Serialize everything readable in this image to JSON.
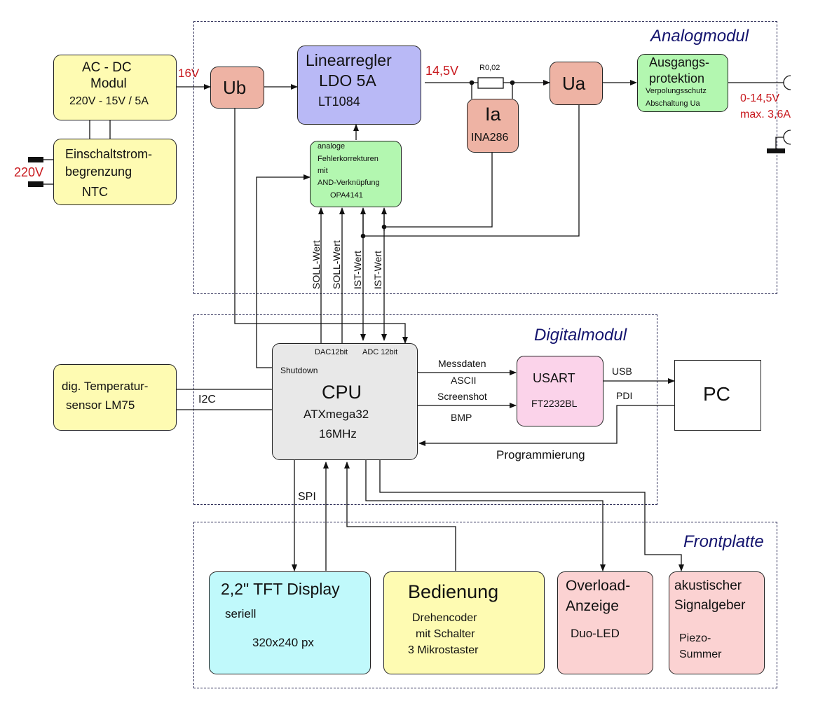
{
  "regions": {
    "analog": "Analogmodul",
    "digital": "Digitalmodul",
    "front": "Frontplatte"
  },
  "colors": {
    "yellow": "#fefbb2",
    "salmon": "#eeb3a4",
    "blue": "#b9b9f6",
    "green": "#b3f7b0",
    "gray": "#e8e8e8",
    "pink": "#fbd3ea",
    "cyan": "#c0f9fb",
    "rose": "#fbd2d2",
    "red_label": "#c8191e",
    "region_title": "#14146e"
  },
  "blocks": {
    "acdc": {
      "line1": "AC - DC",
      "line2": "Modul",
      "line3": "220V - 15V / 5A"
    },
    "inrush": {
      "line1": "Einschaltstrom-",
      "line2": "begrenzung",
      "line3": "NTC"
    },
    "ub": {
      "label": "Ub"
    },
    "ldo": {
      "line1": "Linearregler",
      "line2": "LDO  5A",
      "line3": "LT1084"
    },
    "shunt": {
      "label": "R0,02"
    },
    "ia": {
      "line1": "Ia",
      "line2": "INA286"
    },
    "ua": {
      "label": "Ua"
    },
    "protect": {
      "line1": "Ausgangs-",
      "line2": "protektion",
      "line3": "Verpolungsschutz",
      "line4": "Abschaltung Ua"
    },
    "errcorr": {
      "line1": "analoge",
      "line2": "Fehlerkorrekturen",
      "line3": "mit",
      "line4": "AND-Verknüpfung",
      "line5": "OPA4141"
    },
    "cpu": {
      "dac": "DAC12bit",
      "adc": "ADC 12bit",
      "shutdown": "Shutdown",
      "line1": "CPU",
      "line2": "ATXmega32",
      "line3": "16MHz"
    },
    "temp": {
      "line1": "dig. Temperatur-",
      "line2": "sensor  LM75"
    },
    "usart": {
      "line1": "USART",
      "line2": "FT2232BL"
    },
    "pc": {
      "label": "PC"
    },
    "tft": {
      "line1": "2,2\" TFT Display",
      "line2": "seriell",
      "line3": "320x240 px"
    },
    "bedienung": {
      "line1": "Bedienung",
      "line2": "Drehencoder",
      "line3": "mit Schalter",
      "line4": "3 Mikrostaster"
    },
    "overload": {
      "line1": "Overload-",
      "line2": "Anzeige",
      "line3": "Duo-LED"
    },
    "buzzer": {
      "line1": "akustischer",
      "line2": "Signalgeber",
      "line3": "Piezo-",
      "line4": "Summer"
    }
  },
  "labels": {
    "v16": "16V",
    "v220": "220V",
    "v145": "14,5V",
    "out1": "0-14,5V",
    "out2": "max. 3,6A",
    "soll1": "SOLL-Wert",
    "soll2": "SOLL-Wert",
    "ist1": "IST-Wert",
    "ist2": "IST-Wert",
    "i2c": "I2C",
    "messdaten": "Messdaten",
    "ascii": "ASCII",
    "screenshot": "Screenshot",
    "bmp": "BMP",
    "usb": "USB",
    "pdi": "PDI",
    "programmierung": "Programmierung",
    "spi": "SPI"
  }
}
